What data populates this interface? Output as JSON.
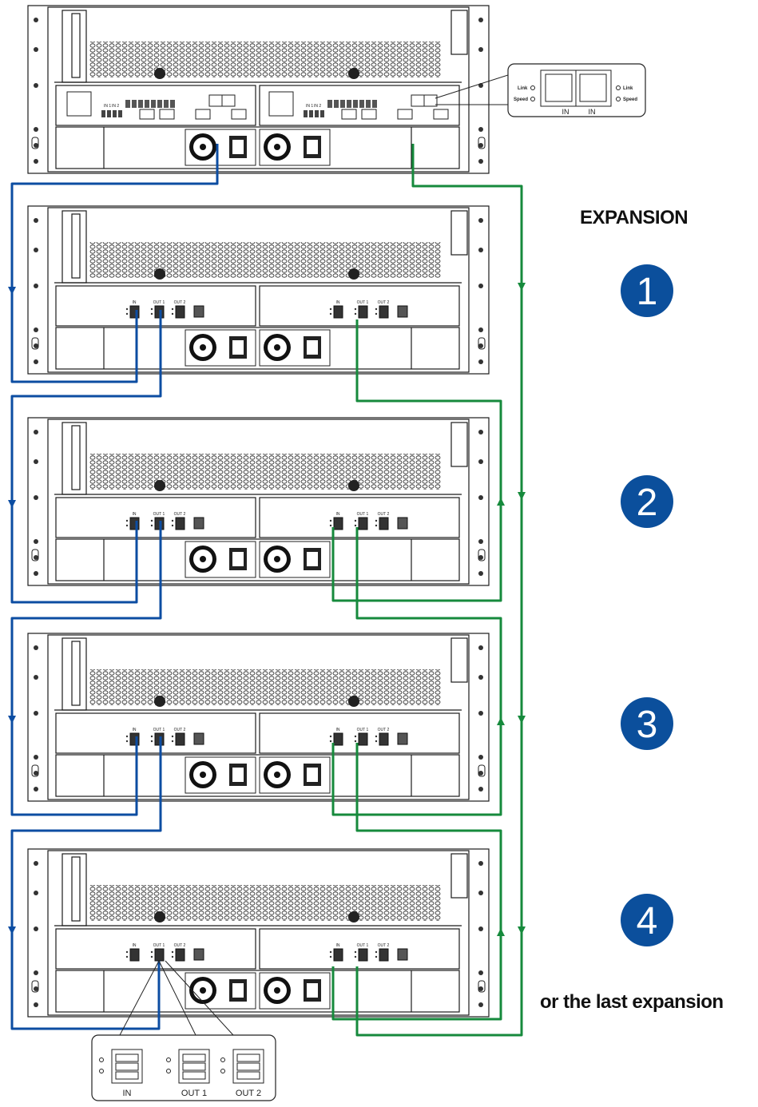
{
  "heading": "EXPANSION",
  "footnote": "or the last expansion",
  "badges": [
    "1",
    "2",
    "3",
    "4"
  ],
  "port_labels": {
    "in": "IN",
    "out1": "OUT 1",
    "out2": "OUT 2",
    "in_small": "IN",
    "out1_small": "OUT 1",
    "out2_small": "OUT 2"
  },
  "head_callout": {
    "link": "Link",
    "speed": "Speed",
    "in_left": "IN",
    "in_right": "IN"
  },
  "head_ports": {
    "in1": "IN 1",
    "in2": "IN 2"
  },
  "colors": {
    "blue": "#0c4da2",
    "green": "#168a3c",
    "badge": "#0b4f9c",
    "line": "#1a1a1a"
  }
}
